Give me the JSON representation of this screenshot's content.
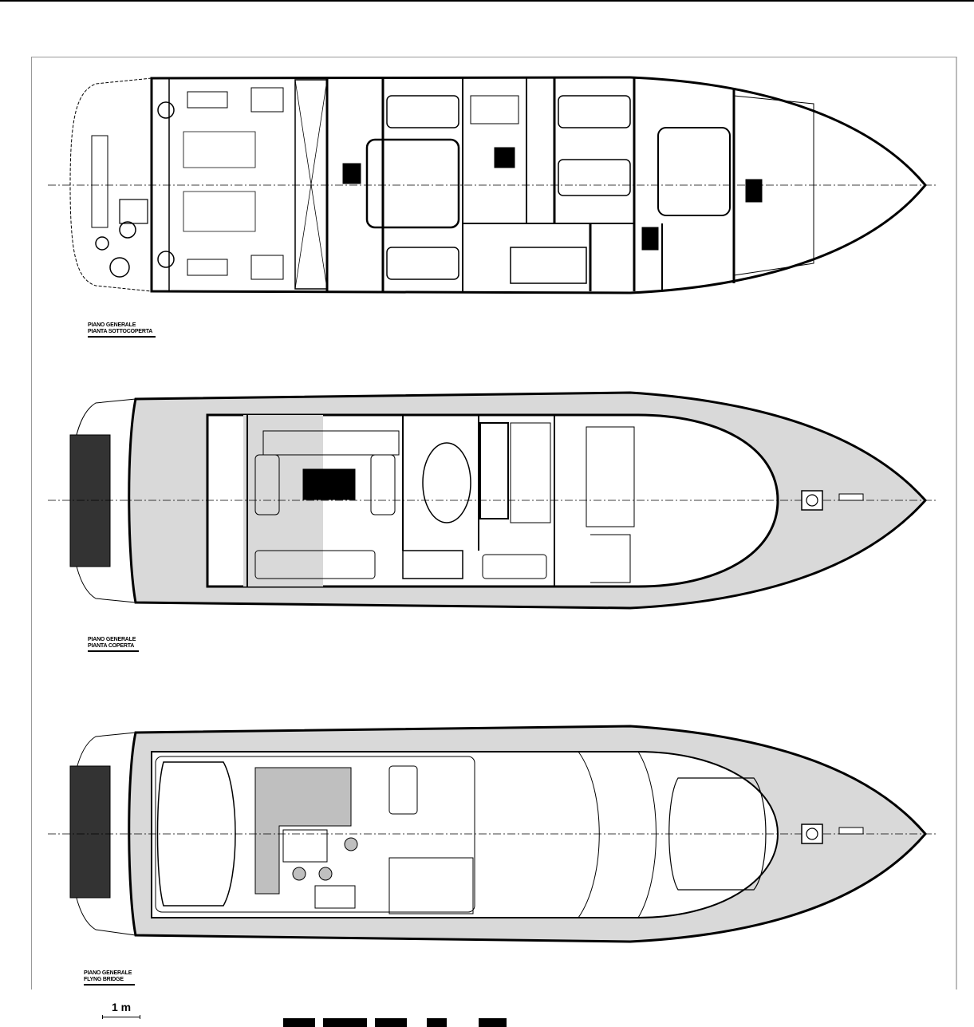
{
  "drawings": [
    {
      "id": "lower-deck",
      "line1": "PIANO GENERALE",
      "line2": "PIANTA SOTTOCOPERTA"
    },
    {
      "id": "main-deck",
      "line1": "PIANO GENERALE",
      "line2": "PIANTA COPERTA"
    },
    {
      "id": "flybridge",
      "line1": "PIANO GENERALE",
      "line2": "FLYNG BRIDGE"
    }
  ],
  "scale": {
    "label": "1 m"
  },
  "colors": {
    "line": "#000000",
    "teak": "#d9d9d9",
    "solar": "#333333",
    "cushion": "#bfbfbf"
  }
}
